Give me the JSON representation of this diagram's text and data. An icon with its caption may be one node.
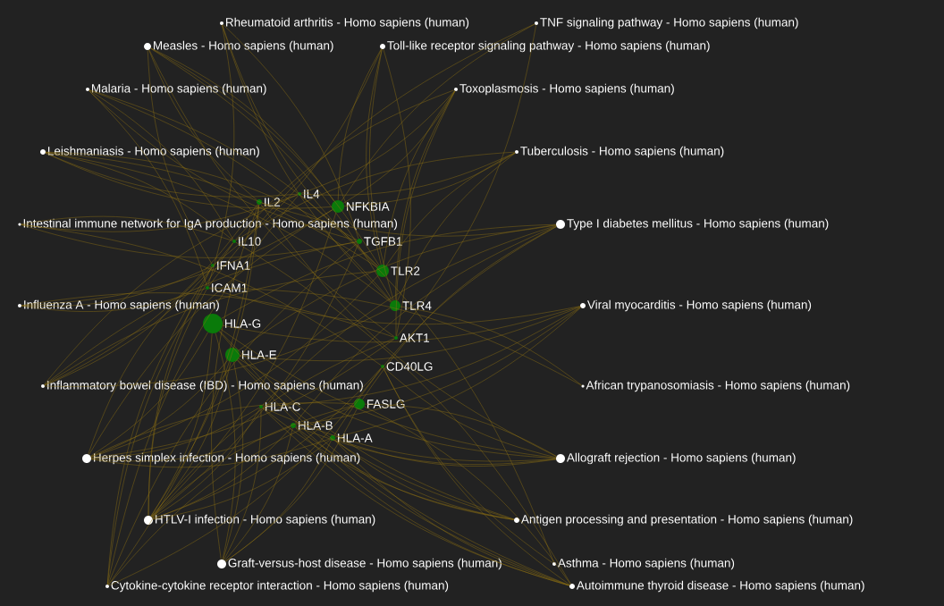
{
  "diagram": {
    "nodes": [
      {
        "text": [
          "Rheumatoid arthritis - Homo sapiens (human)"
        ]
      },
      {
        "text": [
          "TNF signaling pathway - Homo sapiens (human)"
        ]
      },
      {
        "text": [
          "Measles - Homo sapiens (human)"
        ]
      },
      {
        "text": [
          "Toll-like receptor signaling pathway - Homo sapiens (human)"
        ]
      },
      {
        "text": [
          "Malaria - Homo sapiens (human)"
        ]
      },
      {
        "text": [
          "Toxoplasmosis - Homo sapiens (human)"
        ]
      },
      {
        "text": [
          "Leishmaniasis - Homo sapiens (human)"
        ]
      },
      {
        "text": [
          "Tuberculosis - Homo sapiens (human)"
        ]
      },
      {
        "text": [
          "Intestinal immune network for IgA production - Homo sapiens (human)"
        ]
      },
      {
        "text": [
          "Type I diabetes mellitus - Homo sapiens (human)"
        ]
      },
      {
        "text": [
          "Influenza A - Homo sapiens (human)"
        ]
      },
      {
        "text": [
          "Viral myocarditis - Homo sapiens (human)"
        ]
      },
      {
        "text": [
          "Inflammatory bowel disease (IBD) - Homo sapiens (human)"
        ]
      },
      {
        "text": [
          "African trypanosomiasis - Homo sapiens (human)"
        ]
      },
      {
        "text": [
          "Herpes simplex infection - Homo sapiens (human)"
        ]
      },
      {
        "text": [
          "Allograft rejection - Homo sapiens (human)"
        ]
      },
      {
        "text": [
          "HTLV-I infection - Homo sapiens (human)"
        ]
      },
      {
        "text": [
          "Antigen processing and presentation - Homo sapiens (human)"
        ]
      },
      {
        "text": [
          "Graft-versus-host disease - Homo sapiens (human)"
        ]
      },
      {
        "text": [
          "Asthma - Homo sapiens (human)"
        ]
      },
      {
        "text": [
          "Cytokine-cytokine receptor interaction - Homo sapiens (human)"
        ]
      },
      {
        "text": [
          "Autoimmune thyroid disease - Homo sapiens (human)"
        ]
      },
      {
        "text": [
          "IL2"
        ]
      },
      {
        "text": [
          "IL4"
        ]
      },
      {
        "text": [
          "NFKBIA"
        ]
      },
      {
        "text": [
          "IL10"
        ]
      },
      {
        "text": [
          "TGFB1"
        ]
      },
      {
        "text": [
          "IFNA1"
        ]
      },
      {
        "text": [
          "TLR2"
        ]
      },
      {
        "text": [
          "ICAM1"
        ]
      },
      {
        "text": [
          "TLR4"
        ]
      },
      {
        "text": [
          "HLA-G"
        ]
      },
      {
        "text": [
          "AKT1"
        ]
      },
      {
        "text": [
          "HLA-E"
        ]
      },
      {
        "text": [
          "CD40LG"
        ]
      },
      {
        "text": [
          "HLA-C"
        ]
      },
      {
        "text": [
          "FASLG"
        ]
      },
      {
        "text": [
          "HLA-B"
        ]
      },
      {
        "text": [
          "HLA-A"
        ]
      }
    ],
    "edges": [
      {
        "from": 38,
        "to": 9,
        "arrow": "none"
      },
      {
        "from": 38,
        "to": 11,
        "arrow": "none"
      },
      {
        "from": 38,
        "to": 14,
        "arrow": "none"
      },
      {
        "from": 38,
        "to": 15,
        "arrow": "none"
      },
      {
        "from": 38,
        "to": 16,
        "arrow": "none"
      },
      {
        "from": 38,
        "to": 17,
        "arrow": "none"
      },
      {
        "from": 38,
        "to": 18,
        "arrow": "none"
      },
      {
        "from": 38,
        "to": 21,
        "arrow": "none"
      },
      {
        "from": 37,
        "to": 9,
        "arrow": "none"
      },
      {
        "from": 37,
        "to": 11,
        "arrow": "none"
      },
      {
        "from": 37,
        "to": 14,
        "arrow": "none"
      },
      {
        "from": 37,
        "to": 15,
        "arrow": "none"
      },
      {
        "from": 37,
        "to": 16,
        "arrow": "none"
      },
      {
        "from": 37,
        "to": 17,
        "arrow": "none"
      },
      {
        "from": 37,
        "to": 18,
        "arrow": "none"
      },
      {
        "from": 37,
        "to": 21,
        "arrow": "none"
      },
      {
        "from": 35,
        "to": 9,
        "arrow": "none"
      },
      {
        "from": 35,
        "to": 11,
        "arrow": "none"
      },
      {
        "from": 35,
        "to": 14,
        "arrow": "none"
      },
      {
        "from": 35,
        "to": 15,
        "arrow": "none"
      },
      {
        "from": 35,
        "to": 16,
        "arrow": "none"
      },
      {
        "from": 35,
        "to": 17,
        "arrow": "none"
      },
      {
        "from": 35,
        "to": 18,
        "arrow": "none"
      },
      {
        "from": 35,
        "to": 21,
        "arrow": "none"
      },
      {
        "from": 33,
        "to": 9,
        "arrow": "none"
      },
      {
        "from": 33,
        "to": 11,
        "arrow": "none"
      },
      {
        "from": 33,
        "to": 14,
        "arrow": "none"
      },
      {
        "from": 33,
        "to": 15,
        "arrow": "none"
      },
      {
        "from": 33,
        "to": 16,
        "arrow": "none"
      },
      {
        "from": 33,
        "to": 17,
        "arrow": "none"
      },
      {
        "from": 33,
        "to": 18,
        "arrow": "none"
      },
      {
        "from": 33,
        "to": 21,
        "arrow": "none"
      },
      {
        "from": 31,
        "to": 9,
        "arrow": "none"
      },
      {
        "from": 31,
        "to": 11,
        "arrow": "none"
      },
      {
        "from": 31,
        "to": 14,
        "arrow": "none"
      },
      {
        "from": 31,
        "to": 15,
        "arrow": "none"
      },
      {
        "from": 31,
        "to": 16,
        "arrow": "none"
      },
      {
        "from": 31,
        "to": 17,
        "arrow": "none"
      },
      {
        "from": 31,
        "to": 18,
        "arrow": "none"
      },
      {
        "from": 31,
        "to": 21,
        "arrow": "none"
      },
      {
        "from": 22,
        "to": 2,
        "arrow": "none"
      },
      {
        "from": 22,
        "to": 9,
        "arrow": "none"
      },
      {
        "from": 22,
        "to": 12,
        "arrow": "none"
      },
      {
        "from": 22,
        "to": 15,
        "arrow": "none"
      },
      {
        "from": 22,
        "to": 16,
        "arrow": "none"
      },
      {
        "from": 22,
        "to": 18,
        "arrow": "none"
      },
      {
        "from": 22,
        "to": 20,
        "arrow": "none"
      },
      {
        "from": 23,
        "to": 5,
        "arrow": "none"
      },
      {
        "from": 23,
        "to": 6,
        "arrow": "none"
      },
      {
        "from": 23,
        "to": 7,
        "arrow": "none"
      },
      {
        "from": 23,
        "to": 8,
        "arrow": "none"
      },
      {
        "from": 23,
        "to": 12,
        "arrow": "none"
      },
      {
        "from": 23,
        "to": 19,
        "arrow": "none"
      },
      {
        "from": 23,
        "to": 20,
        "arrow": "none"
      },
      {
        "from": 24,
        "to": 1,
        "arrow": "none"
      },
      {
        "from": 24,
        "to": 2,
        "arrow": "none"
      },
      {
        "from": 24,
        "to": 3,
        "arrow": "none"
      },
      {
        "from": 24,
        "to": 5,
        "arrow": "none"
      },
      {
        "from": 24,
        "to": 6,
        "arrow": "none"
      },
      {
        "from": 24,
        "to": 7,
        "arrow": "none"
      },
      {
        "from": 24,
        "to": 10,
        "arrow": "none"
      },
      {
        "from": 24,
        "to": 14,
        "arrow": "none"
      },
      {
        "from": 24,
        "to": 16,
        "arrow": "none"
      },
      {
        "from": 25,
        "to": 4,
        "arrow": "none"
      },
      {
        "from": 25,
        "to": 5,
        "arrow": "none"
      },
      {
        "from": 25,
        "to": 6,
        "arrow": "none"
      },
      {
        "from": 25,
        "to": 7,
        "arrow": "none"
      },
      {
        "from": 25,
        "to": 8,
        "arrow": "none"
      },
      {
        "from": 25,
        "to": 12,
        "arrow": "none"
      },
      {
        "from": 25,
        "to": 20,
        "arrow": "none"
      },
      {
        "from": 25,
        "to": 21,
        "arrow": "none"
      },
      {
        "from": 26,
        "to": 0,
        "arrow": "none"
      },
      {
        "from": 26,
        "to": 4,
        "arrow": "none"
      },
      {
        "from": 26,
        "to": 6,
        "arrow": "none"
      },
      {
        "from": 26,
        "to": 8,
        "arrow": "none"
      },
      {
        "from": 26,
        "to": 12,
        "arrow": "none"
      },
      {
        "from": 26,
        "to": 16,
        "arrow": "none"
      },
      {
        "from": 26,
        "to": 20,
        "arrow": "none"
      },
      {
        "from": 27,
        "to": 2,
        "arrow": "none"
      },
      {
        "from": 27,
        "to": 3,
        "arrow": "none"
      },
      {
        "from": 27,
        "to": 10,
        "arrow": "none"
      },
      {
        "from": 27,
        "to": 14,
        "arrow": "none"
      },
      {
        "from": 27,
        "to": 16,
        "arrow": "none"
      },
      {
        "from": 27,
        "to": 20,
        "arrow": "none"
      },
      {
        "from": 28,
        "to": 0,
        "arrow": "none"
      },
      {
        "from": 28,
        "to": 2,
        "arrow": "none"
      },
      {
        "from": 28,
        "to": 3,
        "arrow": "none"
      },
      {
        "from": 28,
        "to": 4,
        "arrow": "none"
      },
      {
        "from": 28,
        "to": 5,
        "arrow": "none"
      },
      {
        "from": 28,
        "to": 6,
        "arrow": "none"
      },
      {
        "from": 28,
        "to": 7,
        "arrow": "none"
      },
      {
        "from": 28,
        "to": 12,
        "arrow": "none"
      },
      {
        "from": 28,
        "to": 14,
        "arrow": "none"
      },
      {
        "from": 29,
        "to": 0,
        "arrow": "none"
      },
      {
        "from": 29,
        "to": 1,
        "arrow": "none"
      },
      {
        "from": 29,
        "to": 4,
        "arrow": "none"
      },
      {
        "from": 29,
        "to": 10,
        "arrow": "none"
      },
      {
        "from": 29,
        "to": 11,
        "arrow": "none"
      },
      {
        "from": 29,
        "to": 13,
        "arrow": "none"
      },
      {
        "from": 29,
        "to": 16,
        "arrow": "none"
      },
      {
        "from": 30,
        "to": 0,
        "arrow": "none"
      },
      {
        "from": 30,
        "to": 2,
        "arrow": "none"
      },
      {
        "from": 30,
        "to": 3,
        "arrow": "none"
      },
      {
        "from": 30,
        "to": 4,
        "arrow": "none"
      },
      {
        "from": 30,
        "to": 5,
        "arrow": "none"
      },
      {
        "from": 30,
        "to": 6,
        "arrow": "none"
      },
      {
        "from": 30,
        "to": 7,
        "arrow": "none"
      },
      {
        "from": 30,
        "to": 12,
        "arrow": "none"
      },
      {
        "from": 30,
        "to": 13,
        "arrow": "none"
      },
      {
        "from": 32,
        "to": 1,
        "arrow": "none"
      },
      {
        "from": 32,
        "to": 2,
        "arrow": "none"
      },
      {
        "from": 32,
        "to": 3,
        "arrow": "none"
      },
      {
        "from": 32,
        "to": 5,
        "arrow": "none"
      },
      {
        "from": 32,
        "to": 10,
        "arrow": "none"
      },
      {
        "from": 32,
        "to": 14,
        "arrow": "none"
      },
      {
        "from": 32,
        "to": 16,
        "arrow": "none"
      },
      {
        "from": 34,
        "to": 8,
        "arrow": "none"
      },
      {
        "from": 34,
        "to": 15,
        "arrow": "none"
      },
      {
        "from": 34,
        "to": 16,
        "arrow": "none"
      },
      {
        "from": 34,
        "to": 19,
        "arrow": "none"
      },
      {
        "from": 34,
        "to": 20,
        "arrow": "none"
      },
      {
        "from": 34,
        "to": 21,
        "arrow": "none"
      },
      {
        "from": 36,
        "to": 9,
        "arrow": "none"
      },
      {
        "from": 36,
        "to": 14,
        "arrow": "none"
      },
      {
        "from": 36,
        "to": 15,
        "arrow": "none"
      },
      {
        "from": 36,
        "to": 16,
        "arrow": "none"
      },
      {
        "from": 36,
        "to": 18,
        "arrow": "none"
      },
      {
        "from": 36,
        "to": 20,
        "arrow": "none"
      },
      {
        "from": 36,
        "to": 21,
        "arrow": "none"
      }
    ]
  }
}
